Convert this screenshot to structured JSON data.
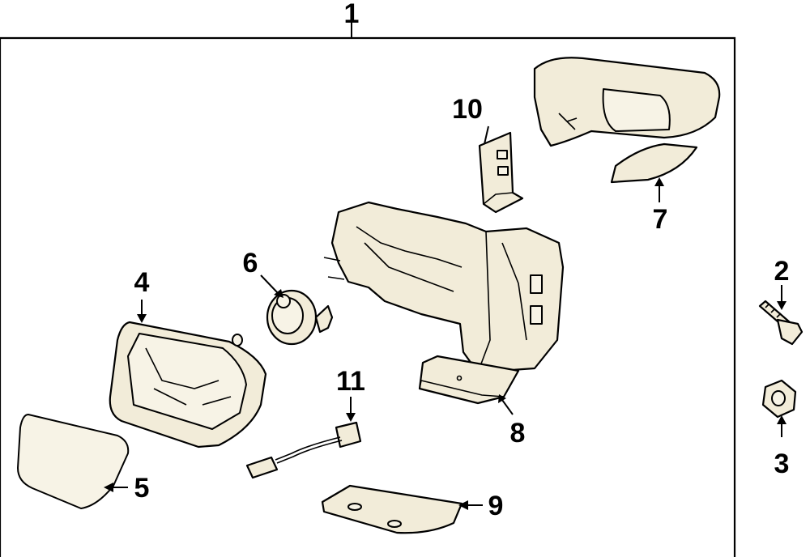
{
  "callouts": [
    "1",
    "2",
    "3",
    "4",
    "5",
    "6",
    "7",
    "8",
    "9",
    "10",
    "11"
  ],
  "colors": {
    "line": "#000000",
    "part_fill": "#f2ecd9",
    "background": "#ffffff"
  }
}
